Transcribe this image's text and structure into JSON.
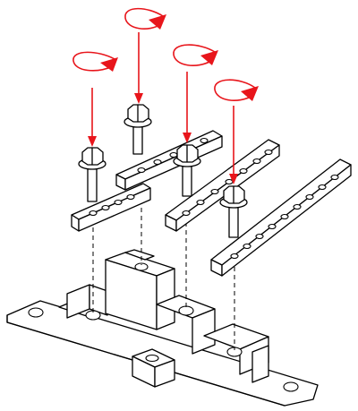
{
  "diagram": {
    "kind": "exploded-assembly",
    "colors": {
      "line": "#000000",
      "arrow": "#e8151b",
      "background": "#ffffff"
    },
    "bolts": [
      {
        "name": "bolt-1",
        "rotation": "clockwise"
      },
      {
        "name": "bolt-2",
        "rotation": "clockwise"
      },
      {
        "name": "bolt-3",
        "rotation": "clockwise"
      },
      {
        "name": "bolt-4",
        "rotation": "clockwise"
      }
    ],
    "bars": [
      {
        "name": "bar-short-front",
        "holes": 4
      },
      {
        "name": "bar-short-back",
        "holes": 5
      },
      {
        "name": "bar-medium",
        "holes": 7
      },
      {
        "name": "bar-long",
        "holes": 9
      }
    ],
    "base": {
      "name": "stepped-base-bracket"
    }
  }
}
